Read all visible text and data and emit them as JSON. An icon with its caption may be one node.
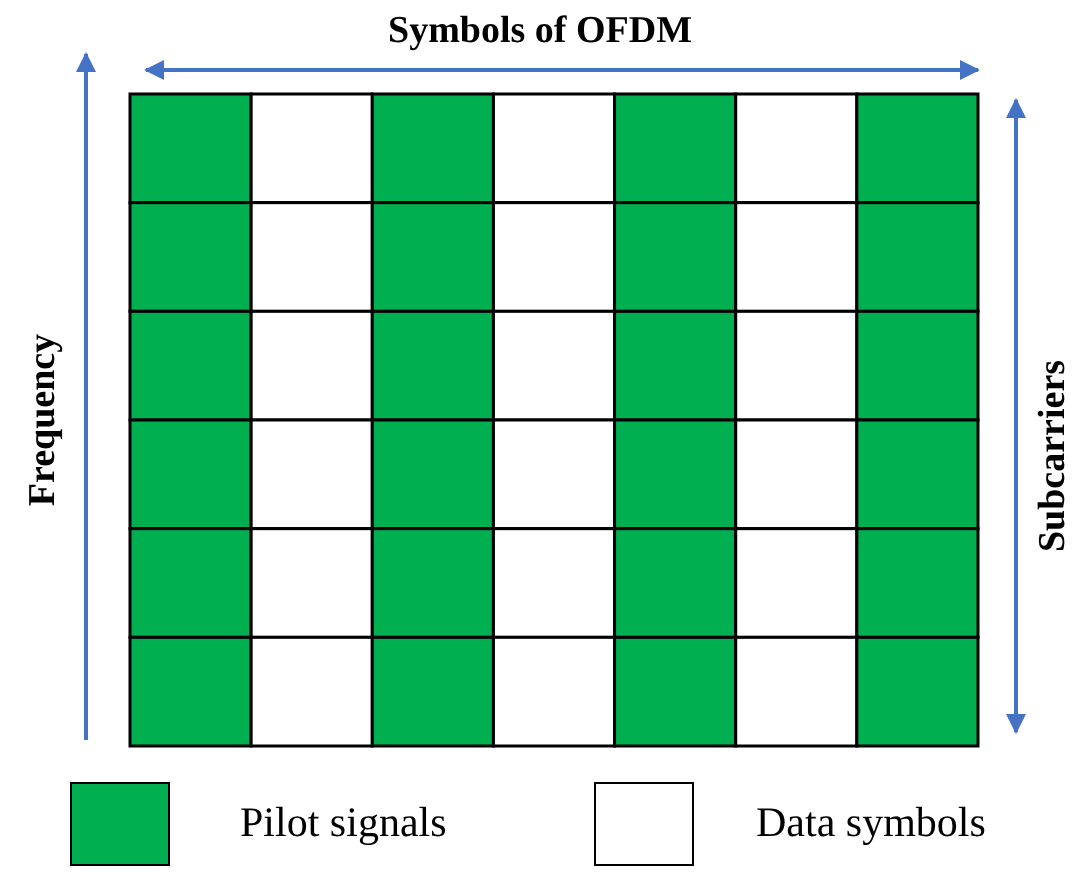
{
  "diagram": {
    "labels": [
      "Symbols of OFDM",
      "Frequency",
      "Subcarriers"
    ],
    "legend": [
      {
        "text": "Pilot signals",
        "color": "#00b050"
      },
      {
        "text": "Data symbols",
        "color": "#ffffff"
      }
    ]
  }
}
